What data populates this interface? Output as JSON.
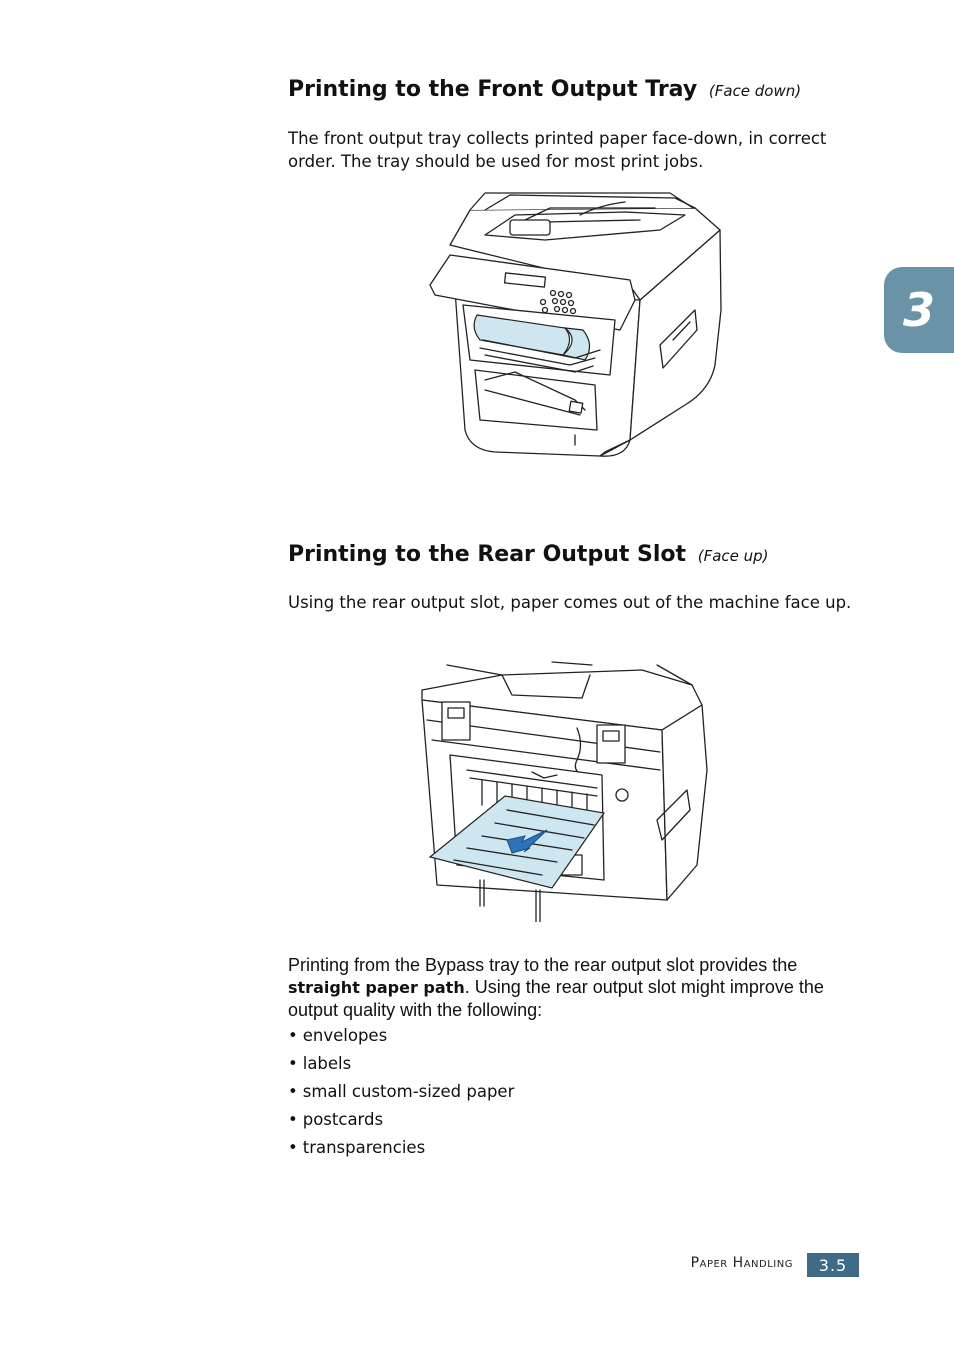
{
  "chapter_number": "3",
  "section1": {
    "heading": "Printing to the Front Output Tray",
    "heading_note": "(Face down)",
    "paragraph": "The front output tray collects printed paper face-down, in correct order. The tray should be used for most print jobs."
  },
  "section2": {
    "heading": "Printing to the Rear Output Slot",
    "heading_note": "(Face up)",
    "paragraph": "Using the rear output slot, paper comes out of the machine face up."
  },
  "bypass": {
    "text_before": "Printing from the Bypass tray to the rear output slot provides the ",
    "bold": "straight paper path",
    "text_after": ". Using the rear output slot might improve the output quality with the following:",
    "items": [
      "envelopes",
      "labels",
      "small custom-sized paper",
      "postcards",
      "transparencies"
    ]
  },
  "footer": {
    "section_name": "Paper Handling",
    "page_number": "3.5"
  },
  "colors": {
    "tab_blue": "#6b93a7",
    "page_number_blue": "#3f6b86",
    "paper_blue": "#cde6f0",
    "arrow_blue": "#2e73b8"
  },
  "icons": [
    "front-output-printer-illustration",
    "rear-output-printer-illustration",
    "output-arrow-icon"
  ]
}
